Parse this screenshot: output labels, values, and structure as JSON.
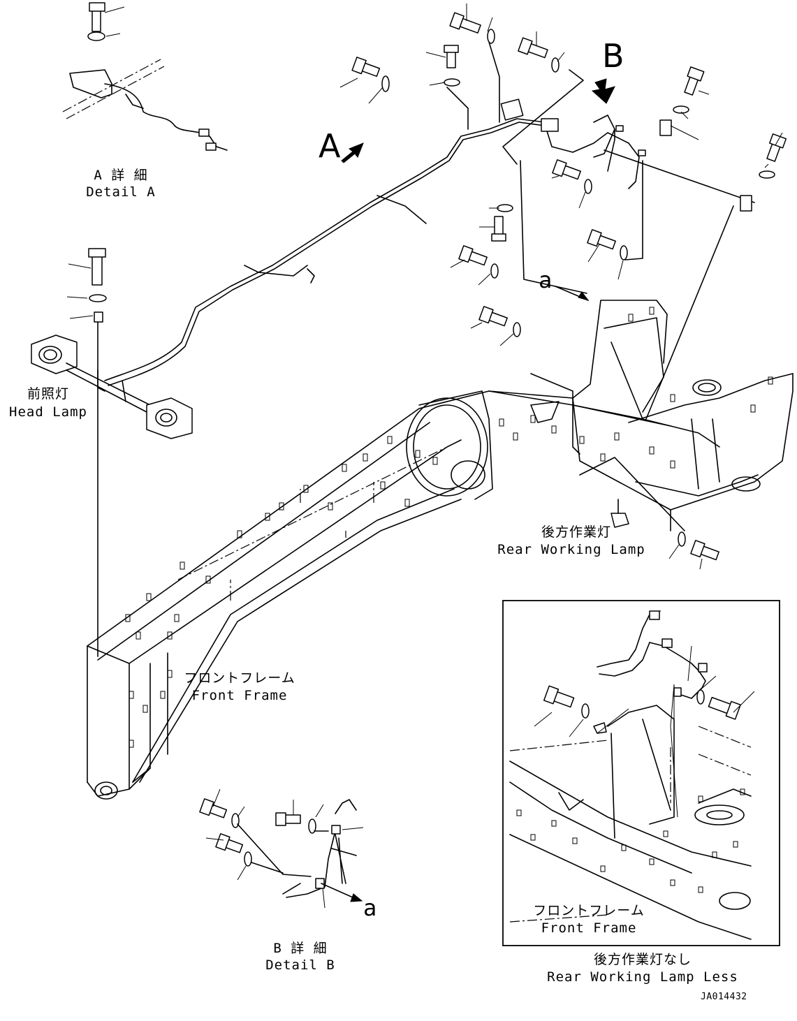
{
  "detail_a": {
    "title_jp": "A 詳 細",
    "title_en": "Detail A"
  },
  "detail_b": {
    "title_jp": "B 詳 細",
    "title_en": "Detail B"
  },
  "callouts": {
    "a_marker": "A",
    "b_marker": "B",
    "a_ref": "a",
    "a_ref_b": "a"
  },
  "parts": {
    "head_lamp_jp": "前照灯",
    "head_lamp_en": "Head Lamp",
    "rear_lamp_jp": "後方作業灯",
    "rear_lamp_en": "Rear Working Lamp",
    "front_frame_jp": "フロントフレーム",
    "front_frame_en": "Front Frame"
  },
  "inset": {
    "front_frame_jp": "フロントフレーム",
    "front_frame_en": "Front Frame",
    "caption_jp": "後方作業灯なし",
    "caption_en": "Rear Working Lamp Less"
  },
  "drawing_id": "JA014432",
  "colors": {
    "line": "#000000",
    "background": "#ffffff"
  }
}
